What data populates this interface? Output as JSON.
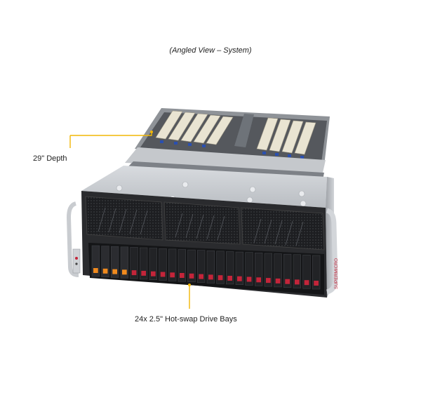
{
  "view_caption": "(Angled View – System)",
  "callouts": {
    "depth": "29\" Depth",
    "drive_bays": "24x 2.5\" Hot-swap Drive Bays"
  },
  "brand_vertical": "SUPERMICRO",
  "colors": {
    "callout_line": "#f2b705",
    "drive_latch_orange": "#f08a1e",
    "drive_led_red": "#c3253a",
    "chassis_silver": "#c9ccd0",
    "front_black": "#1b1c1f"
  }
}
